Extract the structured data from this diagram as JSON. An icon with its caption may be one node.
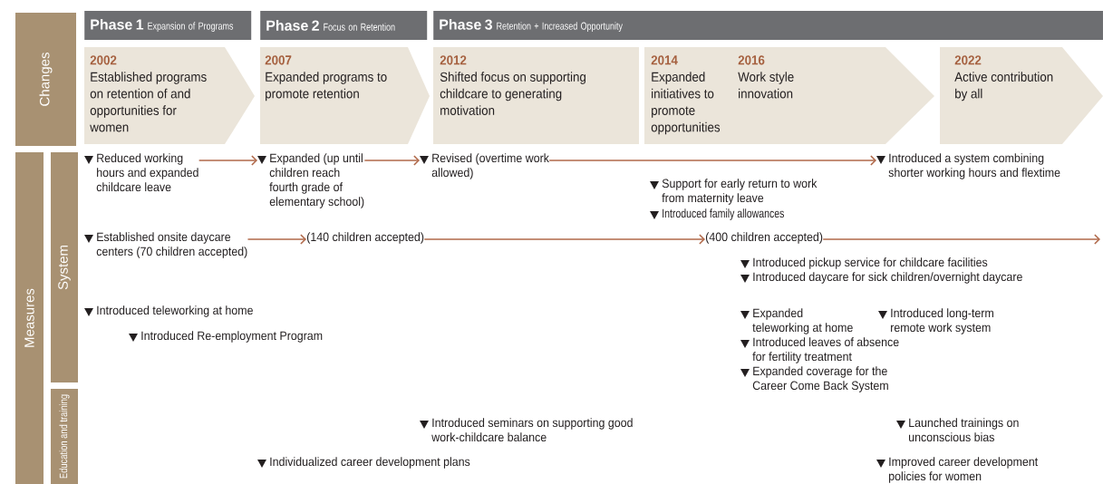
{
  "diagram": {
    "nodes": [
      {
        "text": [
          "Phase 1",
          "Expansion of Programs"
        ]
      },
      {
        "text": [
          "Phase 2",
          "Focus on Retention"
        ]
      },
      {
        "text": [
          "Phase 3",
          "Retention + Increased Opportunity"
        ]
      },
      {
        "text": [
          "2002",
          "Established programs on retention of and opportunities for women"
        ]
      },
      {
        "text": [
          "2007",
          "Expanded programs to promote retention"
        ]
      },
      {
        "text": [
          "2012",
          "Shifted focus on supporting childcare to generating motivation"
        ]
      },
      {
        "text": [
          "2014",
          "Expanded initiatives to promote opportunities",
          "2016",
          "Work style innovation"
        ]
      },
      {
        "text": [
          "2022",
          "Active contribution by all"
        ]
      },
      {
        "text": [
          "Changes"
        ]
      },
      {
        "text": [
          "Measures"
        ]
      },
      {
        "text": [
          "System"
        ]
      },
      {
        "text": [
          "Education and training"
        ]
      },
      {
        "text": [
          "Reduced working hours and expanded childcare leave"
        ]
      },
      {
        "text": [
          "Expanded (up until children reach fourth grade of elementary school)"
        ]
      },
      {
        "text": [
          "Revised (overtime work allowed)"
        ]
      },
      {
        "text": [
          "Introduced a system combining shorter working hours and flextime"
        ]
      },
      {
        "text": [
          "Support for early return to work from maternity leave"
        ]
      },
      {
        "text": [
          "Introduced family allowances"
        ]
      },
      {
        "text": [
          "Established onsite daycare centers (70 children accepted)"
        ]
      },
      {
        "text": [
          "(140 children accepted)"
        ]
      },
      {
        "text": [
          "(400 children accepted)"
        ]
      },
      {
        "text": [
          "Introduced pickup service for childcare facilities"
        ]
      },
      {
        "text": [
          "Introduced daycare for sick children/overnight daycare"
        ]
      },
      {
        "text": [
          "Introduced teleworking at home"
        ]
      },
      {
        "text": [
          "Introduced Re-employment Program"
        ]
      },
      {
        "text": [
          "Expanded teleworking at home"
        ]
      },
      {
        "text": [
          "Introduced long-term remote work system"
        ]
      },
      {
        "text": [
          "Introduced leaves of absence for fertility treatment"
        ]
      },
      {
        "text": [
          "Expanded coverage for the Career Come Back System"
        ]
      },
      {
        "text": [
          "Introduced seminars on supporting good work-childcare balance"
        ]
      },
      {
        "text": [
          "Launched trainings on unconscious bias"
        ]
      },
      {
        "text": [
          "Individualized career development plans"
        ]
      },
      {
        "text": [
          "Improved career development policies for women"
        ]
      }
    ],
    "edges": [
      {
        "from": 12,
        "to": 13,
        "arrow": "to"
      },
      {
        "from": 13,
        "to": 14,
        "arrow": "to"
      },
      {
        "from": 14,
        "to": 15,
        "arrow": "to"
      },
      {
        "from": 18,
        "to": 19,
        "arrow": "to"
      },
      {
        "from": 19,
        "to": 20,
        "arrow": "to"
      },
      {
        "from": 20,
        "to": null,
        "arrow": "to"
      }
    ]
  }
}
